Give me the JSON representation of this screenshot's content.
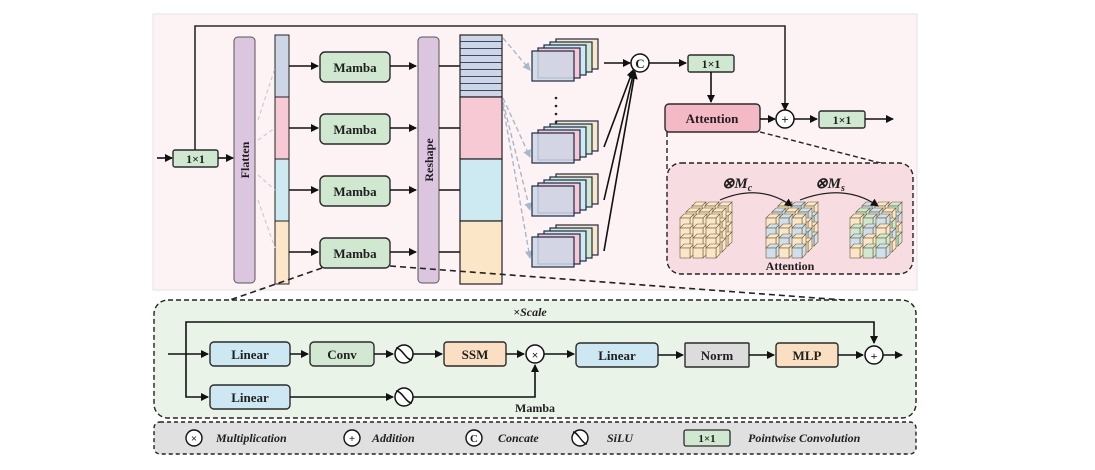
{
  "top_panel": {
    "input_conv_label": "1×1",
    "flatten_label": "Flatten",
    "reshape_label": "Reshape",
    "mamba_blocks": [
      "Mamba",
      "Mamba",
      "Mamba",
      "Mamba"
    ],
    "concat_symbol": "C",
    "post_concat_conv_label": "1×1",
    "attention_label": "Attention",
    "add_symbol": "+",
    "output_conv_label": "1×1",
    "vertical_dots": "⋮"
  },
  "attention_detail": {
    "channel_op_label": "⊗M",
    "channel_sub": "c",
    "spatial_op_label": "⊗M",
    "spatial_sub": "s",
    "caption": "Attention"
  },
  "mamba_detail": {
    "scale_label": "×Scale",
    "linear_top_label": "Linear",
    "conv_label": "Conv",
    "ssm_label": "SSM",
    "multiply_symbol": "×",
    "linear_out_label": "Linear",
    "norm_label": "Norm",
    "mlp_label": "MLP",
    "add_symbol": "+",
    "linear_bottom_label": "Linear",
    "caption": "Mamba"
  },
  "legend": {
    "items": [
      {
        "symbol": "×",
        "label": "Multiplication"
      },
      {
        "symbol": "+",
        "label": "Addition"
      },
      {
        "symbol": "C",
        "label": "Concate"
      },
      {
        "symbol": "silu",
        "label": "SiLU"
      },
      {
        "symbol": "1×1",
        "label": "Pointwise Convolution"
      }
    ]
  },
  "colors": {
    "top_bg": "#fdf3f5",
    "mamba_bg": "#eaf3e8",
    "legend_bg": "#e0e0e0",
    "mamba_block": "#cfe8cf",
    "flatten_bar": "#dcc6df",
    "attention_block": "#f4b9c4",
    "attention_panel": "#f7dde2",
    "linear_block": "#cde8f2",
    "conv_block": "#d3e8d3",
    "ssm_block": "#fadfc2",
    "norm_block": "#dcdcdc",
    "mlp_block": "#fadfc2",
    "seg_blue": "#cdd6e6",
    "seg_pink": "#f6c9d4",
    "seg_cyan": "#cde9f2",
    "seg_yellow": "#fbe7c8"
  }
}
